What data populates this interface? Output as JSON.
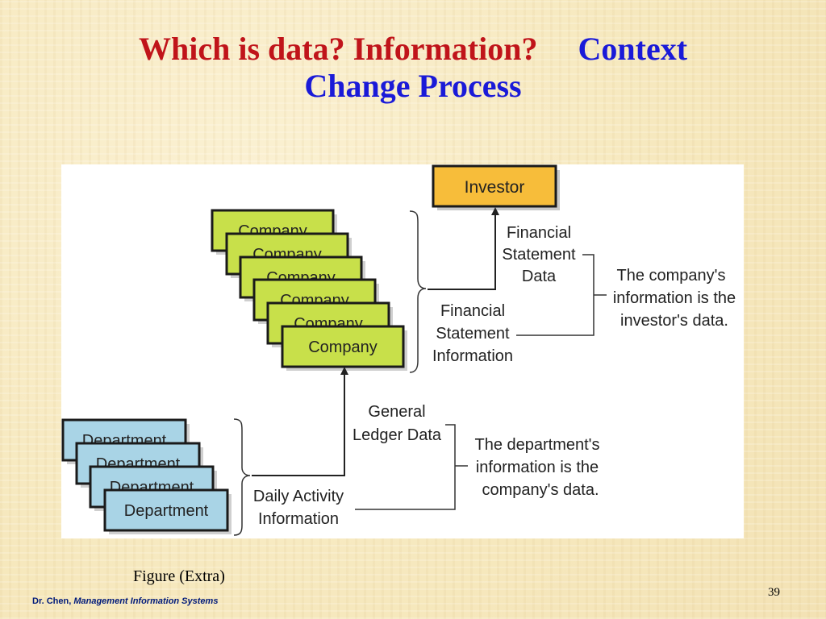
{
  "slide": {
    "title_part1": "Which is data? Information?",
    "title_part2": "Context",
    "title_part3": "Change Process",
    "figure_caption": "Figure (Extra)",
    "footer_author": "Dr. Chen, ",
    "footer_book": "Management Information Systems",
    "page_number": "39"
  },
  "diagram": {
    "investor_label": "Investor",
    "company_label": "Company",
    "department_label": "Department",
    "fsd_line1": "Financial",
    "fsd_line2": "Statement",
    "fsd_line3": "Data",
    "fsi_line1": "Financial",
    "fsi_line2": "Statement",
    "fsi_line3": "Information",
    "gld_line1": "General",
    "gld_line2": "Ledger Data",
    "dai_line1": "Daily Activity",
    "dai_line2": "Information",
    "company_note_line1": "The company's",
    "company_note_line2": "information is the",
    "company_note_line3": "investor's data.",
    "dept_note_line1": "The department's",
    "dept_note_line2": "information is the",
    "dept_note_line3": "company's data.",
    "colors": {
      "investor_fill": "#f7bd3a",
      "company_fill": "#c8e04a",
      "department_fill": "#a9d4e6"
    }
  }
}
